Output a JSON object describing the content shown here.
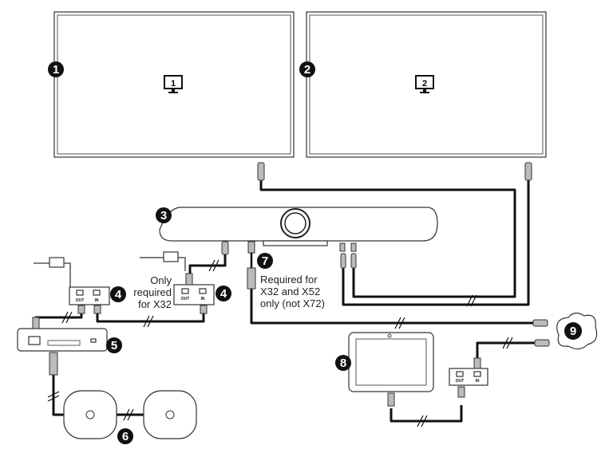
{
  "badges": [
    "1",
    "2",
    "3",
    "4",
    "4",
    "5",
    "6",
    "7",
    "8",
    "9"
  ],
  "displays": [
    {
      "screen_number": "1"
    },
    {
      "screen_number": "2"
    }
  ],
  "ports": {
    "out": "OUT",
    "in": "IN"
  },
  "notes": {
    "x32_only": [
      "Only",
      "required",
      "for X32"
    ],
    "adapter": [
      "Required for",
      "X32 and X52",
      "only (not X72)"
    ]
  }
}
